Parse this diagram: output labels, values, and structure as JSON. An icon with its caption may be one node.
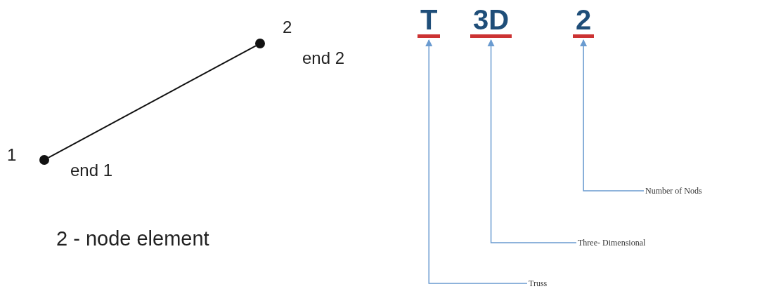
{
  "diagram": {
    "nodes": [
      {
        "text": [],
        "shape": "circle",
        "beside": [
          "1",
          "end 1"
        ]
      },
      {
        "text": [],
        "shape": "circle",
        "beside": [
          "2",
          "end 2"
        ]
      },
      {
        "text": [
          "T"
        ]
      },
      {
        "text": [
          "3D"
        ]
      },
      {
        "text": [
          "2"
        ]
      },
      {
        "text": [
          "Number of Nods"
        ]
      },
      {
        "text": [
          "Three- Dimensional"
        ]
      },
      {
        "text": [
          "Truss"
        ]
      }
    ],
    "edges": [
      {
        "from": 0,
        "to": 1,
        "arrow": "none",
        "color": "#111111"
      },
      {
        "from": 7,
        "to": 2,
        "arrow": "to"
      },
      {
        "from": 6,
        "to": 3,
        "arrow": "to"
      },
      {
        "from": 5,
        "to": 4,
        "arrow": "to"
      }
    ],
    "labels": [
      "2 - node element"
    ]
  }
}
